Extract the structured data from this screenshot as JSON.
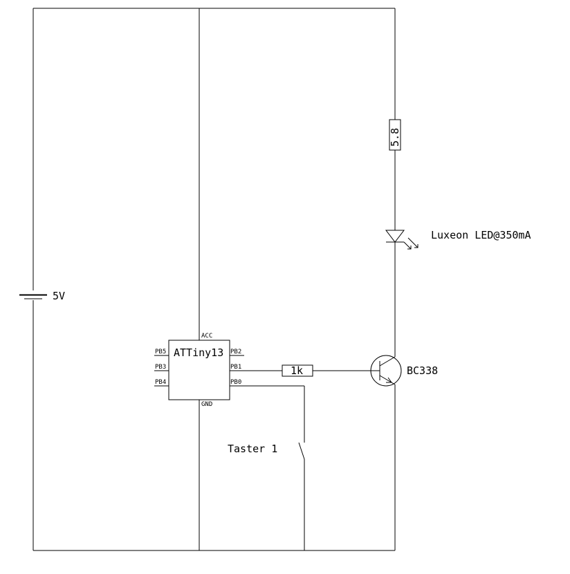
{
  "battery": {
    "label": "5V"
  },
  "mcu": {
    "name": "ATTiny13",
    "pins": {
      "vcc": "ACC",
      "gnd": "GND",
      "pb5": "PB5",
      "pb3": "PB3",
      "pb4": "PB4",
      "pb2": "PB2",
      "pb1": "PB1",
      "pb0": "PB0"
    }
  },
  "resistor_led": {
    "value": "5.8"
  },
  "resistor_base": {
    "value": "1k"
  },
  "led": {
    "label": "Luxeon LED@350mA"
  },
  "transistor": {
    "label": "BC338"
  },
  "switch": {
    "label": "Taster 1"
  }
}
